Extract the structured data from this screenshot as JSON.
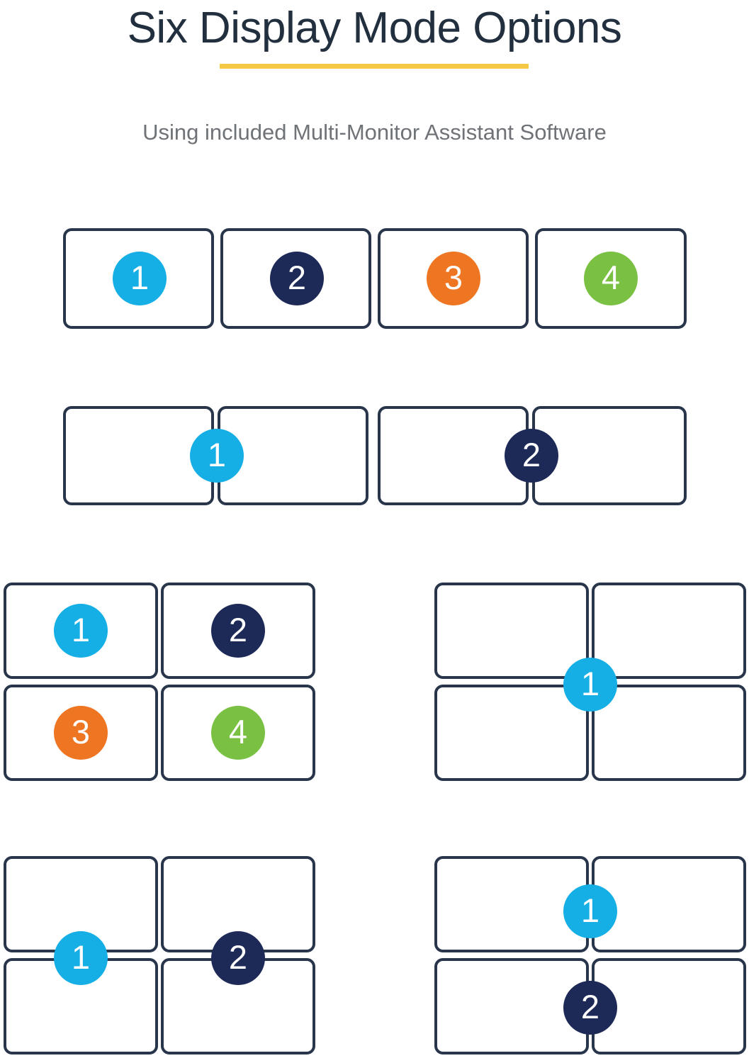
{
  "header": {
    "title": "Six Display Mode Options",
    "subtitle": "Using included Multi-Monitor Assistant Software",
    "rule_color": "#f6c944",
    "title_color": "#222f3e",
    "subtitle_color": "#6f7276"
  },
  "palette": {
    "blue": "#15aee5",
    "navy": "#1d2a57",
    "orange": "#ee7623",
    "green": "#7ac143",
    "monitor_border": "#28354a",
    "monitor_fill": "#ffffff",
    "background": "#ffffff"
  },
  "modes": [
    {
      "id": "mode-1",
      "name": "four-monitors-one-row-four-regions",
      "screen_count": 4,
      "region_count": 4,
      "badges": [
        {
          "label": "1",
          "color_name": "blue"
        },
        {
          "label": "2",
          "color_name": "navy"
        },
        {
          "label": "3",
          "color_name": "orange"
        },
        {
          "label": "4",
          "color_name": "green"
        }
      ]
    },
    {
      "id": "mode-2",
      "name": "four-monitors-one-row-two-regions",
      "screen_count": 4,
      "region_count": 2,
      "badges": [
        {
          "label": "1",
          "color_name": "blue"
        },
        {
          "label": "2",
          "color_name": "navy"
        }
      ]
    },
    {
      "id": "mode-3",
      "name": "two-by-two-grid-four-regions",
      "screen_count": 4,
      "region_count": 4,
      "badges": [
        {
          "label": "1",
          "color_name": "blue"
        },
        {
          "label": "2",
          "color_name": "navy"
        },
        {
          "label": "3",
          "color_name": "orange"
        },
        {
          "label": "4",
          "color_name": "green"
        }
      ]
    },
    {
      "id": "mode-4",
      "name": "two-by-two-grid-one-region",
      "screen_count": 4,
      "region_count": 1,
      "badges": [
        {
          "label": "1",
          "color_name": "blue"
        }
      ]
    },
    {
      "id": "mode-5",
      "name": "two-by-two-grid-two-vertical-regions",
      "screen_count": 4,
      "region_count": 2,
      "badges": [
        {
          "label": "1",
          "color_name": "blue"
        },
        {
          "label": "2",
          "color_name": "navy"
        }
      ]
    },
    {
      "id": "mode-6",
      "name": "two-by-two-grid-two-horizontal-regions",
      "screen_count": 4,
      "region_count": 2,
      "badges": [
        {
          "label": "1",
          "color_name": "blue"
        },
        {
          "label": "2",
          "color_name": "navy"
        }
      ]
    }
  ]
}
